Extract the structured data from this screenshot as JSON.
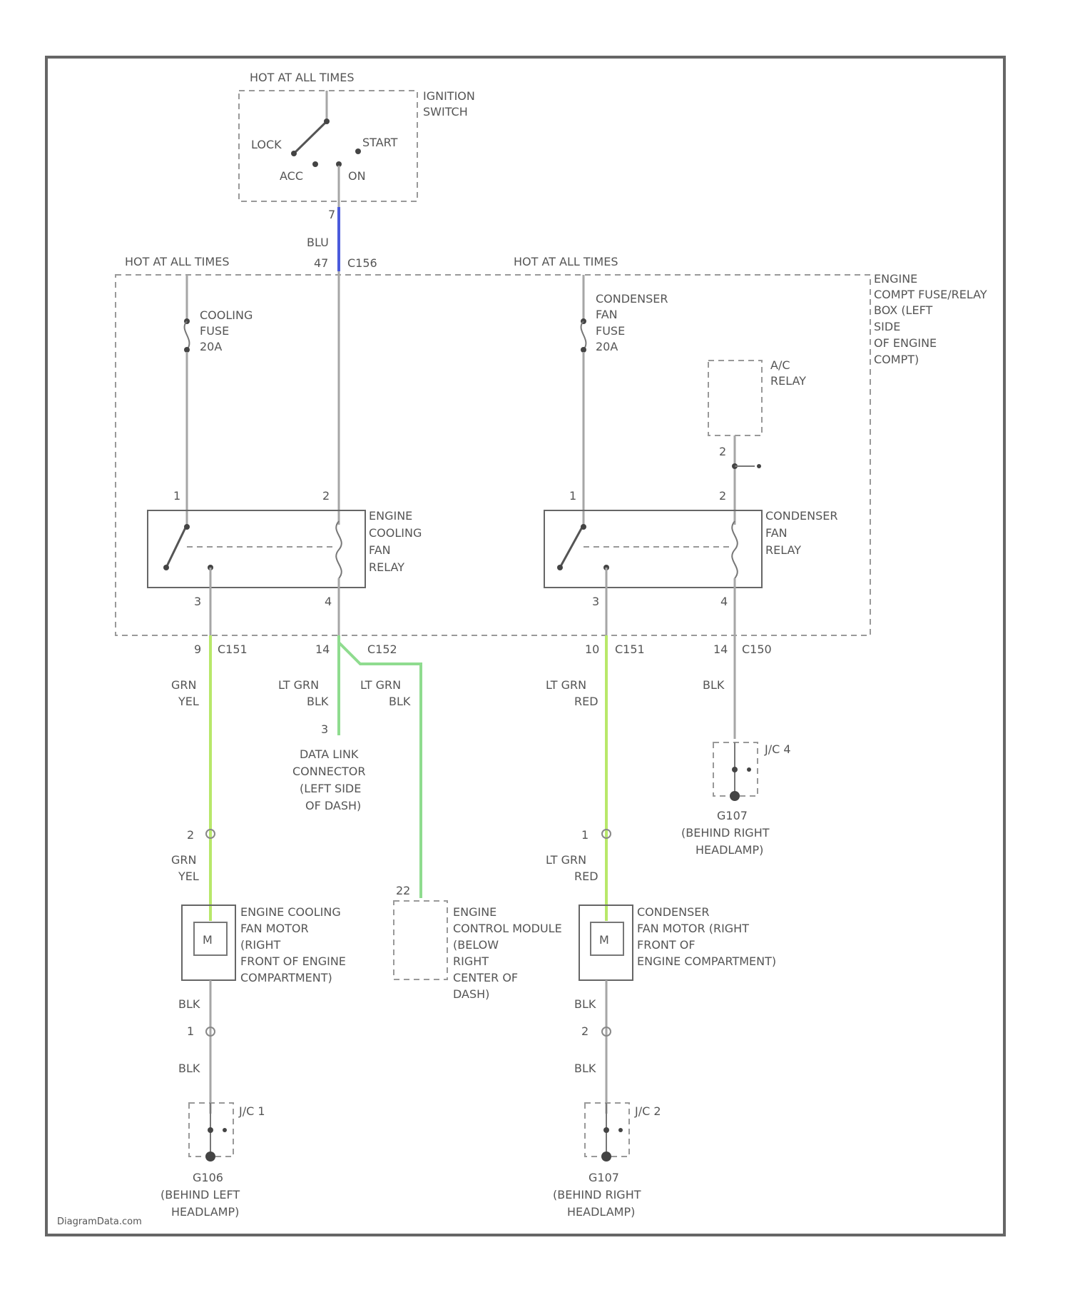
{
  "colors": {
    "wire_default": "#a6a6a6",
    "wire_blu": "#4b5bdc",
    "wire_grn_yel": "#b8e86a",
    "wire_lt_grn": "#8fdc8f",
    "frame": "#666666"
  },
  "ignition_switch": {
    "hot": "HOT AT ALL TIMES",
    "name_1": "IGNITION",
    "name_2": "SWITCH",
    "lock": "LOCK",
    "acc": "ACC",
    "on": "ON",
    "start": "START",
    "pin": "7"
  },
  "feed_wire": {
    "color_code": "BLU",
    "pin": "47",
    "connector": "C156"
  },
  "fuse_box": {
    "hot_left": "HOT AT ALL TIMES",
    "hot_right": "HOT AT ALL TIMES",
    "name": [
      "ENGINE",
      "COMPT FUSE/RELAY",
      "BOX (LEFT",
      "SIDE",
      "OF ENGINE",
      "COMPT)"
    ],
    "cooling_fuse": [
      "COOLING",
      "FUSE",
      "20A"
    ],
    "condenser_fuse": [
      "CONDENSER",
      "FAN",
      "FUSE",
      "20A"
    ],
    "ac_relay": [
      "A/C",
      "RELAY"
    ]
  },
  "engine_cooling_fan_relay": {
    "name": [
      "ENGINE",
      "COOLING",
      "FAN",
      "RELAY"
    ],
    "pin_1": "1",
    "pin_2": "2",
    "pin_3": "3",
    "pin_4": "4"
  },
  "condenser_fan_relay": {
    "name": [
      "CONDENSER",
      "FAN",
      "RELAY"
    ],
    "pin_1": "1",
    "pin_2": "2",
    "pin_3": "3",
    "pin_4": "4",
    "ac_pin": "2"
  },
  "connector_labels": {
    "c1_pin": "9",
    "c1": "C151",
    "c2_pin": "14",
    "c2": "C152",
    "c3_pin": "10",
    "c3": "C151",
    "c4_pin": "14",
    "c4": "C150"
  },
  "wire_colors": {
    "grn_yel_1": "GRN",
    "grn_yel_2": "YEL",
    "lt_grn_blk_a1": "LT GRN",
    "lt_grn_blk_a2": "BLK",
    "lt_grn_blk_b1": "LT GRN",
    "lt_grn_blk_b2": "BLK",
    "lt_grn_red_1": "LT GRN",
    "lt_grn_red_2": "RED",
    "blk": "BLK"
  },
  "data_link_connector": {
    "pin": "3",
    "name": [
      "DATA LINK",
      "CONNECTOR",
      "(LEFT SIDE",
      "OF DASH)"
    ]
  },
  "jc_right": {
    "name": "J/C 4",
    "ground": [
      "G107",
      "(BEHIND RIGHT",
      "HEADLAMP)"
    ]
  },
  "engine_cooling_fan_motor": {
    "pin_top": "2",
    "wire_1": "GRN",
    "wire_2": "YEL",
    "symbol": "M",
    "name": [
      "ENGINE COOLING",
      "FAN MOTOR",
      "(RIGHT",
      "FRONT OF ENGINE",
      "COMPARTMENT)"
    ],
    "wire_below": "BLK",
    "pin_bottom": "1",
    "wire_bottom": "BLK"
  },
  "engine_control_module": {
    "pin": "22",
    "name": [
      "ENGINE",
      "CONTROL MODULE",
      "(BELOW",
      "RIGHT",
      "CENTER OF",
      "DASH)"
    ]
  },
  "condenser_fan_motor": {
    "pin_top": "1",
    "wire_1": "LT GRN",
    "wire_2": "RED",
    "symbol": "M",
    "name": [
      "CONDENSER",
      "FAN MOTOR (RIGHT",
      "FRONT OF",
      "ENGINE COMPARTMENT)"
    ],
    "wire_below": "BLK",
    "pin_bottom": "2",
    "wire_bottom": "BLK"
  },
  "jc_left_bottom": {
    "name": "J/C 1",
    "ground": [
      "G106",
      "(BEHIND LEFT",
      "HEADLAMP)"
    ]
  },
  "jc_right_bottom": {
    "name": "J/C 2",
    "ground": [
      "G107",
      "(BEHIND RIGHT",
      "HEADLAMP)"
    ]
  },
  "watermark": "DiagramData.com"
}
